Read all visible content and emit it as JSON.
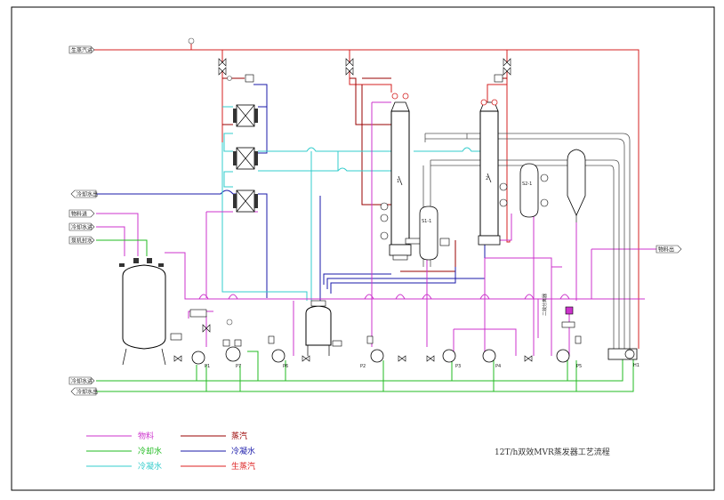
{
  "title": "12T/h双效MVR蒸发器工艺流程",
  "inputs": {
    "steam": "生蒸汽进",
    "cooling_out": "冷却水出",
    "feed": "物料进",
    "cooling_in": "冷却水进",
    "pump_water": "泵机封水",
    "cooling_water_in_bottom": "冷却水进",
    "cooling_water_out_bottom": "冷却水出"
  },
  "outputs": {
    "product": "物料出"
  },
  "pumps": [
    "P1",
    "P7",
    "P6",
    "P2",
    "P3",
    "P4",
    "P5",
    "H1"
  ],
  "legend": [
    {
      "label": "物料",
      "color": "#cc33cc"
    },
    {
      "label": "冷却水",
      "color": "#22bb22"
    },
    {
      "label": "冷凝水",
      "color": "#33cccc"
    },
    {
      "label": "蒸汽",
      "color": "#990000"
    },
    {
      "label": "冷凝水",
      "color": "#1a1aaa"
    },
    {
      "label": "生蒸汽",
      "color": "#dd2222"
    }
  ],
  "labels": {
    "effect1": "1",
    "effect2": "2",
    "sep1": "S1-1",
    "sep2": "S2-1",
    "vessel_note": "二效分离器"
  }
}
